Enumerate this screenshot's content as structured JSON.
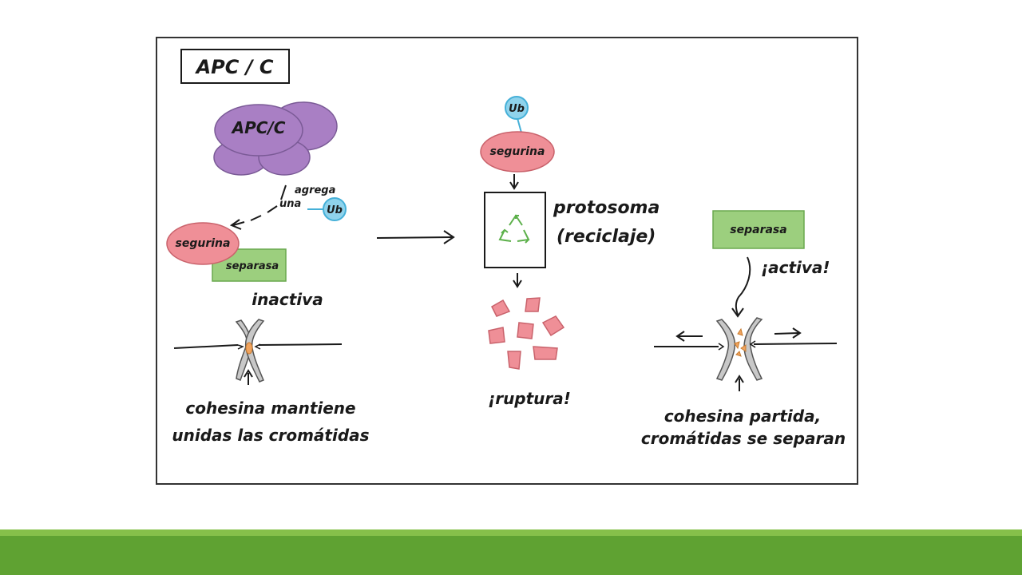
{
  "title": "APC / C",
  "complex_label": "APC/C",
  "add_note_line1": "agrega",
  "add_note_line2": "una",
  "ub_label": "Ub",
  "securin_label": "segurina",
  "separase_label": "separasa",
  "inactive_label": "inactiva",
  "cohesin_text_line1": "cohesina mantiene",
  "cohesin_text_line2": "unidas las cromátidas",
  "proteasome_line1": "protosoma",
  "proteasome_line2": "(reciclaje)",
  "breakage_label": "¡ruptura!",
  "active_label": "¡activa!",
  "split_text_line1": "cohesina partida,",
  "split_text_line2": "cromátidas se separan",
  "colors": {
    "complex": "#a97fc4",
    "securin": "#ef8f97",
    "separase": "#9ccf7e",
    "ub": "#8fd3ec",
    "cohesin": "#f0a35e",
    "recycle": "#5cb04a",
    "bottom_bar": "#5fa232"
  }
}
